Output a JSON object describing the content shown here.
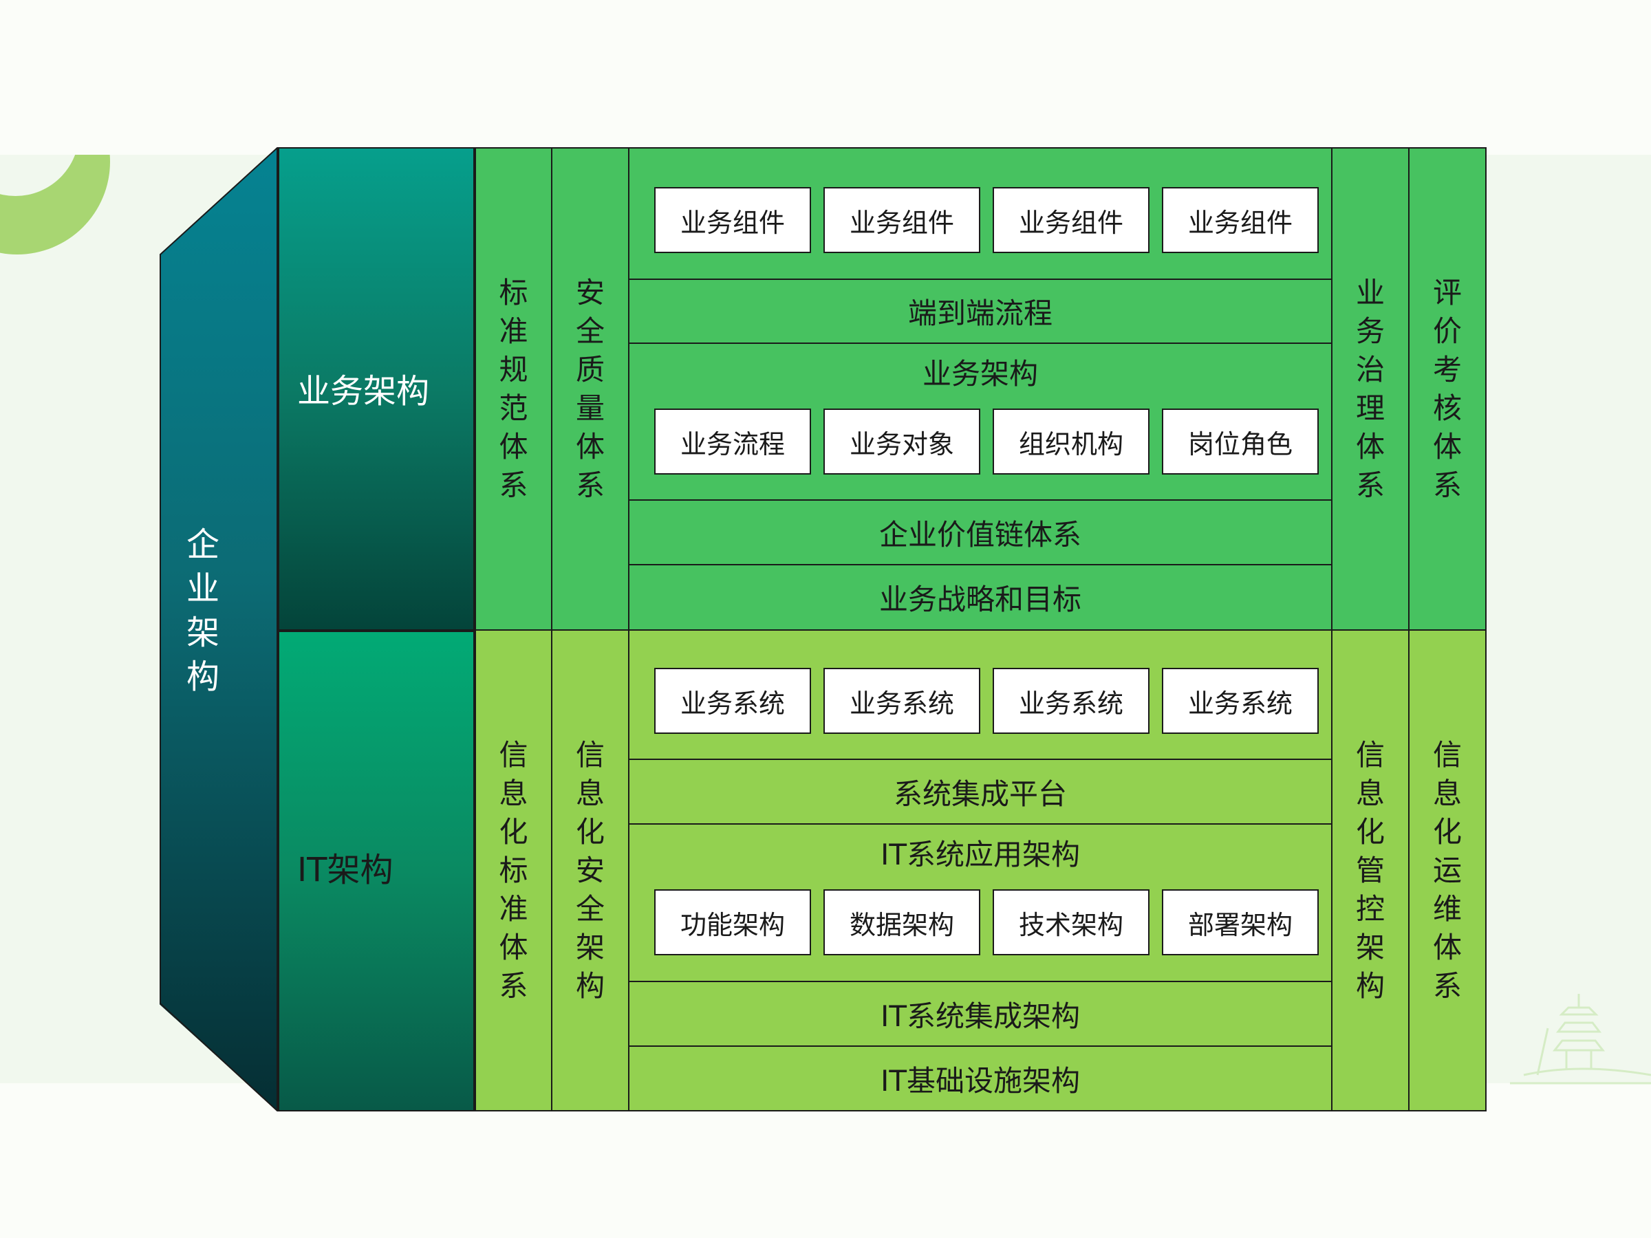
{
  "side_label": "企业架构",
  "business": {
    "header": "业务架构",
    "left_col_1": "标准规范体系",
    "left_col_2": "安全质量体系",
    "components": [
      "业务组件",
      "业务组件",
      "业务组件",
      "业务组件"
    ],
    "e2e_flow": "端到端流程",
    "arch_title": "业务架构",
    "arch_items": [
      "业务流程",
      "业务对象",
      "组织机构",
      "岗位角色"
    ],
    "value_chain": "企业价值链体系",
    "strategy": "业务战略和目标",
    "right_col_1": "业务治理体系",
    "right_col_2": "评价考核体系"
  },
  "it": {
    "header": "IT架构",
    "left_col_1": "信息化标准体系",
    "left_col_2": "信息化安全架构",
    "systems": [
      "业务系统",
      "业务系统",
      "业务系统",
      "业务系统"
    ],
    "integration_platform": "系统集成平台",
    "app_arch_title": "IT系统应用架构",
    "app_arch_items": [
      "功能架构",
      "数据架构",
      "技术架构",
      "部署架构"
    ],
    "integration_arch": "IT系统集成架构",
    "infra_arch": "IT基础设施架构",
    "right_col_1": "信息化管控架构",
    "right_col_2": "信息化运维体系"
  },
  "colors": {
    "business_green": "#47c260",
    "it_green": "#93d150",
    "teal": "#0c6b74"
  }
}
